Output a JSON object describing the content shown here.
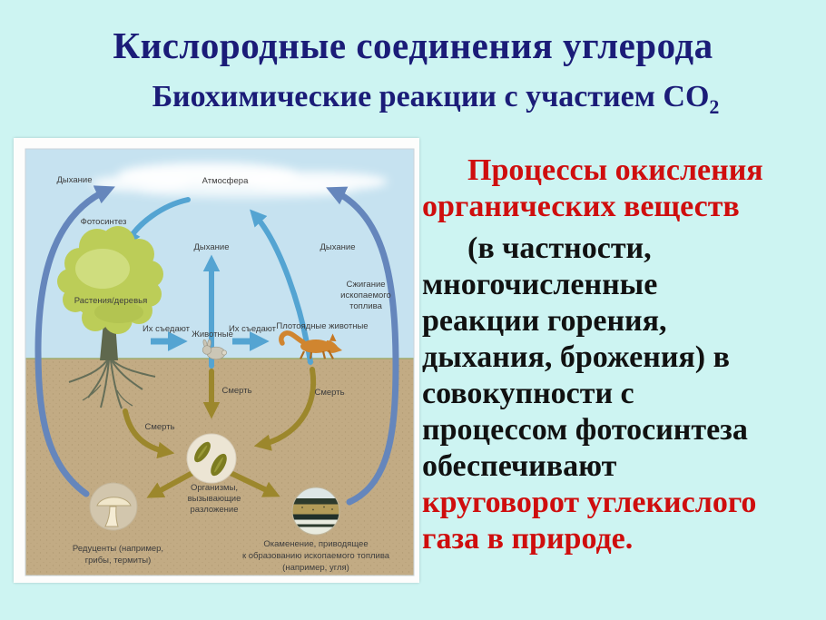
{
  "slide": {
    "title": "Кислородные соединения углерода",
    "subtitle_main": "Биохимические реакции с участием СО",
    "subtitle_sub": "2",
    "colors": {
      "background": "#cdf4f2",
      "title_navy": "#1b1c78",
      "accent_red": "#cf0e0e",
      "body_black": "#111111",
      "diagram_sky": "#c6e2f0",
      "diagram_ground": "#c2ab84",
      "arc_slate_blue": "#6586bc",
      "arrow_light_blue": "#54a4d2",
      "arrow_olive": "#9c872c"
    }
  },
  "right_text": {
    "lines": [
      {
        "text": "Процессы окисления",
        "color": "red",
        "indent": true
      },
      {
        "text": "органических веществ",
        "color": "red"
      },
      {
        "text": "(в частности,",
        "color": "black",
        "indent": true,
        "gap": true
      },
      {
        "text": "многочисленные",
        "color": "black"
      },
      {
        "text": "реакции горения,",
        "color": "black"
      },
      {
        "text": "дыхания, брожения) в",
        "color": "black"
      },
      {
        "text": "совокупности с",
        "color": "black"
      },
      {
        "text": "процессом фотосинтеза",
        "color": "black"
      },
      {
        "text": "обеспечивают",
        "color": "black"
      },
      {
        "text": "круговорот углекислого",
        "color": "red"
      },
      {
        "text": "газа в природе.",
        "color": "red"
      }
    ]
  },
  "diagram": {
    "labels": {
      "breathing_top_left": "Дыхание",
      "atmosphere": "Атмосфера",
      "photosynthesis": "Фотосинтез",
      "breathing_center": "Дыхание",
      "breathing_right": "Дыхание",
      "burning_fossil_fuel": [
        "Сжигание",
        "ископаемого",
        "топлива"
      ],
      "plants_trees": "Растения/деревья",
      "eaten_by_1": "Их съедают",
      "animals": "Животные",
      "eaten_by_2": "Их съедают",
      "carnivores": "Плотоядные животные",
      "death_left": "Смерть",
      "death_center": "Смерть",
      "death_right": "Смерть",
      "decomposers": [
        "Организмы,",
        "вызывающие",
        "разложение"
      ],
      "reducers": [
        "Редуценты (например,",
        "грибы, термиты)"
      ],
      "fossilization": [
        "Окаменение, приводящее",
        "к образованию ископаемого топлива",
        "(например, угля)"
      ]
    }
  }
}
